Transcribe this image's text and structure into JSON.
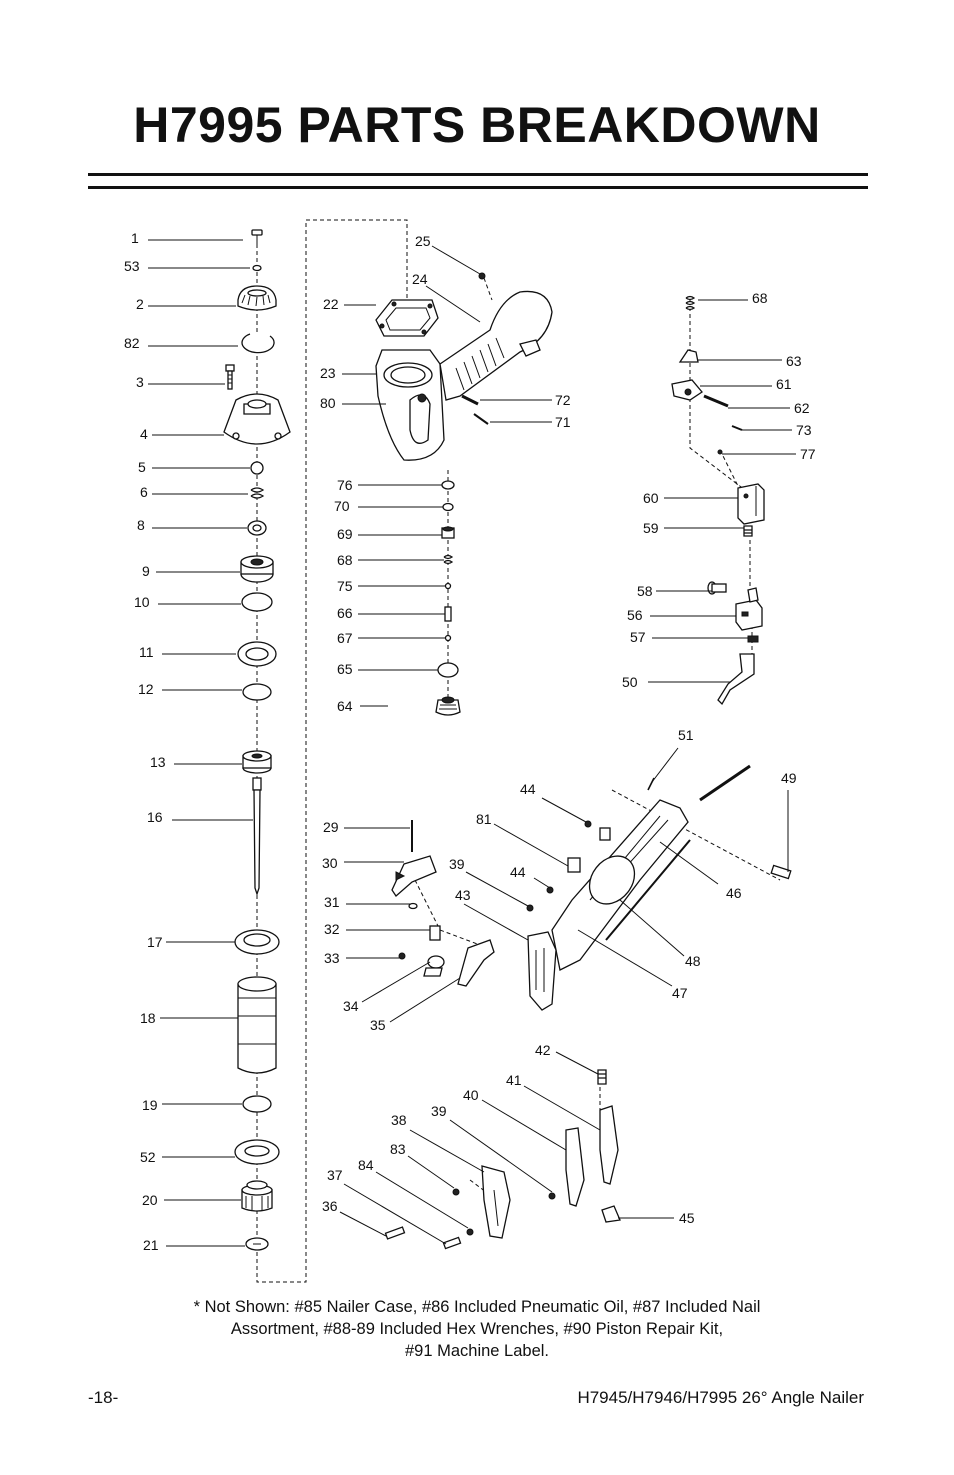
{
  "page": {
    "title": "H7995 PARTS BREAKDOWN",
    "note_lines": [
      "* Not Shown: #85 Nailer Case, #86 Included Pneumatic Oil, #87 Included Nail",
      "Assortment, #88-89 Included Hex Wrenches, #90 Piston Repair Kit,",
      "#91 Machine Label."
    ],
    "page_number": "-18-",
    "footer_model": "H7945/H7946/H7995 26° Angle Nailer"
  },
  "callouts": {
    "c1": "1",
    "c53": "53",
    "c2": "2",
    "c82": "82",
    "c3": "3",
    "c4": "4",
    "c5": "5",
    "c6": "6",
    "c8": "8",
    "c9": "9",
    "c10": "10",
    "c11": "11",
    "c12": "12",
    "c13": "13",
    "c16": "16",
    "c17": "17",
    "c18": "18",
    "c19": "19",
    "c52": "52",
    "c20": "20",
    "c21": "21",
    "c25": "25",
    "c24": "24",
    "c22": "22",
    "c23": "23",
    "c80": "80",
    "c72": "72",
    "c71": "71",
    "c76": "76",
    "c70": "70",
    "c69": "69",
    "c68a": "68",
    "c75": "75",
    "c66": "66",
    "c67": "67",
    "c65": "65",
    "c64": "64",
    "c68b": "68",
    "c63": "63",
    "c61": "61",
    "c62": "62",
    "c73": "73",
    "c77": "77",
    "c60": "60",
    "c59": "59",
    "c58": "58",
    "c56": "56",
    "c57": "57",
    "c50": "50",
    "c51": "51",
    "c49": "49",
    "c44a": "44",
    "c81": "81",
    "c44b": "44",
    "c46": "46",
    "c29": "29",
    "c30": "30",
    "c39a": "39",
    "c43": "43",
    "c31": "31",
    "c32": "32",
    "c33": "33",
    "c34": "34",
    "c35": "35",
    "c48": "48",
    "c47": "47",
    "c42": "42",
    "c41": "41",
    "c40": "40",
    "c39b": "39",
    "c38": "38",
    "c83": "83",
    "c84": "84",
    "c37": "37",
    "c36": "36",
    "c45": "45"
  },
  "icons": {
    "assembly": "exploded-view-line-art"
  }
}
